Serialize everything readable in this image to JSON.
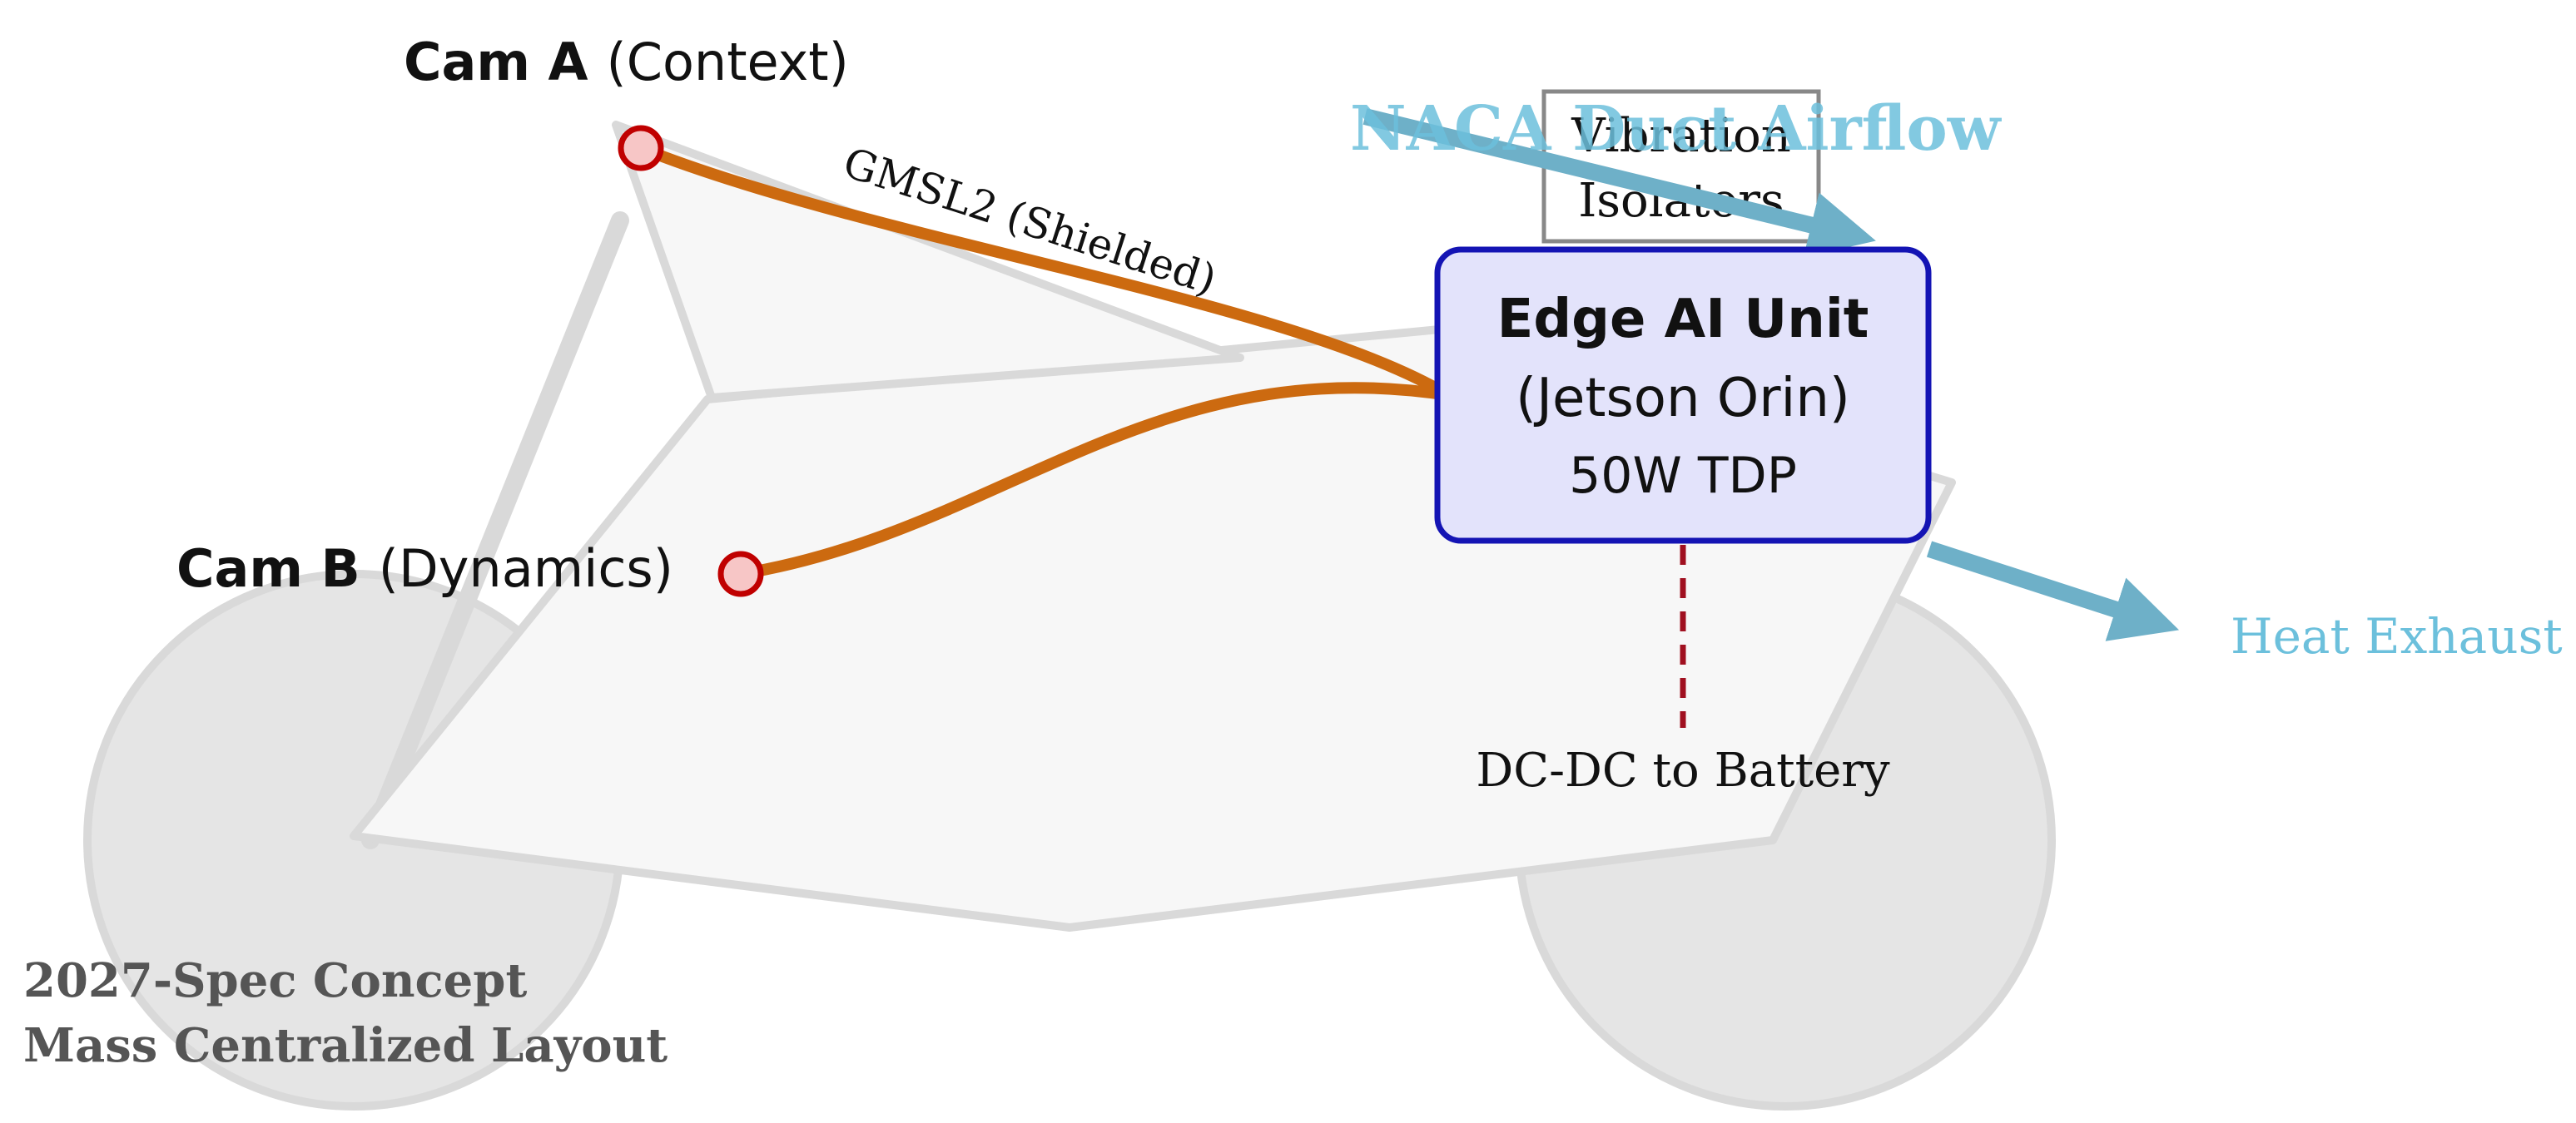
{
  "colors": {
    "chassis_stroke": "#d9d9d9",
    "chassis_fill": "#f7f7f7",
    "wheel_fill": "#e5e5e5",
    "cable": "#cc6a10",
    "camera_fill": "#f7c6c6",
    "camera_stroke": "#c00000",
    "unit_fill": "#e3e3fb",
    "unit_stroke": "#1414b4",
    "airflow": "#6eb0c8",
    "airflow_text": "#6cc0dc",
    "power": "#a01020",
    "caption": "#555555"
  },
  "cam_a": {
    "name": "Cam A",
    "role": "(Context)"
  },
  "cam_b": {
    "name": "Cam B",
    "role": "(Dynamics)"
  },
  "cable_label": "GMSL2 (Shielded)",
  "isolator": {
    "line1": "Vibration",
    "line2": "Isolators"
  },
  "duct_label": "NACA Duct Airflow",
  "unit": {
    "title": "Edge AI Unit",
    "subtitle": "(Jetson Orin)",
    "power": "50W TDP"
  },
  "exhaust_label": "Heat Exhaust",
  "power_label": "DC-DC to Battery",
  "caption": {
    "line1": "2027-Spec Concept",
    "line2": "Mass Centralized Layout"
  }
}
